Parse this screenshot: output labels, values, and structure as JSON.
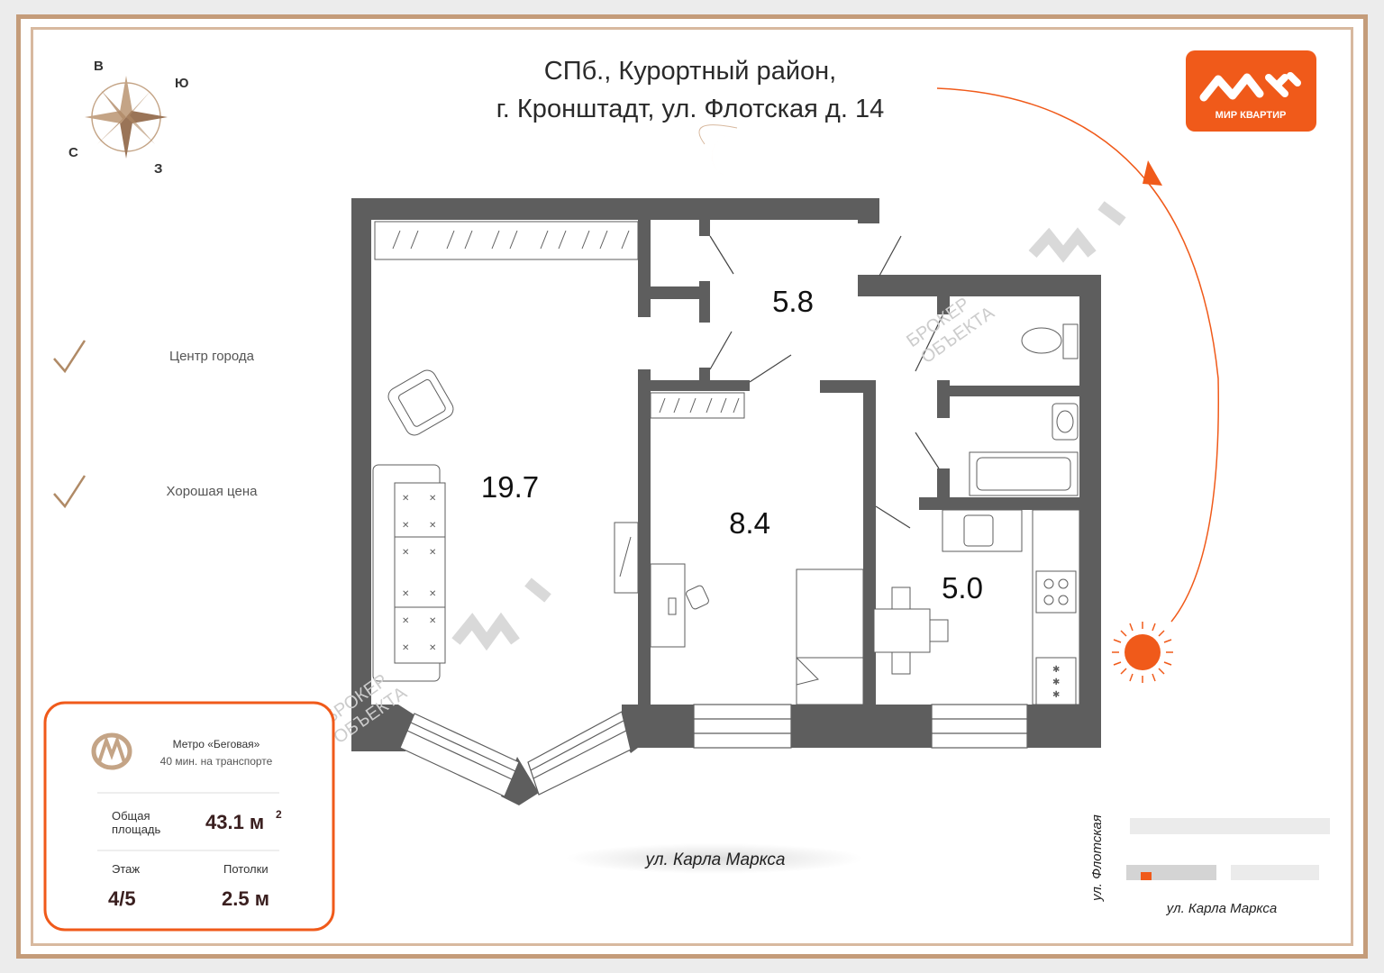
{
  "header": {
    "address_line1": "СПб., Курортный район,",
    "address_line2": "г. Кронштадт, ул. Флотская д. 14"
  },
  "logo": {
    "caption": "МИР КВАРТИР"
  },
  "compass": {
    "north": "В",
    "east": "Ю",
    "south": "З",
    "west": "С"
  },
  "features": [
    {
      "label": "Центр города"
    },
    {
      "label": "Хорошая цена"
    }
  ],
  "rooms": [
    {
      "area": "19.7"
    },
    {
      "area": "8.4"
    },
    {
      "area": "5.8"
    },
    {
      "area": "5.0"
    }
  ],
  "watermark": {
    "line1": "БРОКЕР",
    "line2": "ОБЪЕКТА"
  },
  "streets": {
    "main_street": "ул. Карла Маркса",
    "side_street": "ул. Флотская",
    "map_street": "ул. Карла Маркса"
  },
  "info_card": {
    "metro_name": "Метро «Беговая»",
    "metro_time": "40 мин. на транспорте",
    "area_label_1": "Общая",
    "area_label_2": "площадь",
    "area_value": "43.1 м",
    "area_unit_sup": "2",
    "floor_label": "Этаж",
    "floor_value": "4/5",
    "ceiling_label": "Потолки",
    "ceiling_value": "2.5 м"
  },
  "colors": {
    "wall": "#5e5e5e",
    "accent_orange": "#f05a1a",
    "frame_bronze": "#c49c7a",
    "text_dark": "#3a1f1f",
    "gold": "#b08a66"
  }
}
